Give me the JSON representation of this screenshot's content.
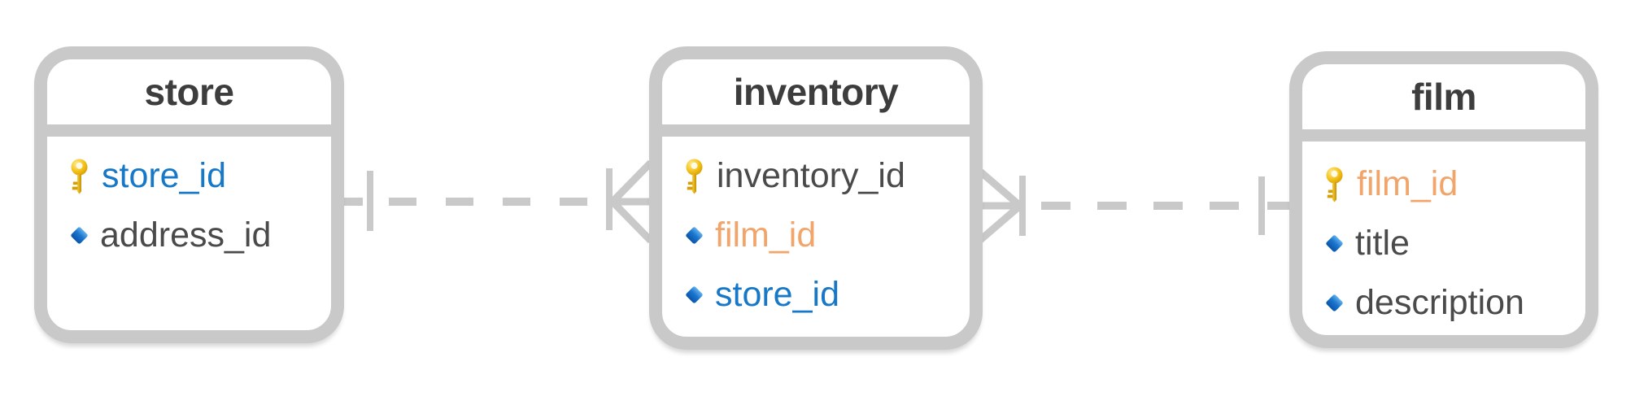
{
  "diagram": {
    "tables": [
      {
        "name": "store",
        "columns": [
          {
            "name": "store_id",
            "icon": "key-icon",
            "text_color": "#1778c8"
          },
          {
            "name": "address_id",
            "icon": "diamond-icon",
            "text_color": "#4a4a4a"
          }
        ]
      },
      {
        "name": "inventory",
        "columns": [
          {
            "name": "inventory_id",
            "icon": "key-icon",
            "text_color": "#4a4a4a"
          },
          {
            "name": "film_id",
            "icon": "diamond-icon",
            "text_color": "#f1a56b"
          },
          {
            "name": "store_id",
            "icon": "diamond-icon",
            "text_color": "#1778c8"
          }
        ]
      },
      {
        "name": "film",
        "columns": [
          {
            "name": "film_id",
            "icon": "key-icon",
            "text_color": "#f1a56b"
          },
          {
            "name": "title",
            "icon": "diamond-icon",
            "text_color": "#4a4a4a"
          },
          {
            "name": "description",
            "icon": "diamond-icon",
            "text_color": "#4a4a4a"
          }
        ]
      }
    ],
    "relationships": [
      {
        "from": "store",
        "to": "inventory",
        "style": "dashed",
        "from_end": "one",
        "to_end": "one-or-many"
      },
      {
        "from": "inventory",
        "to": "film",
        "style": "dashed",
        "from_end": "one-or-many",
        "to_end": "one"
      }
    ],
    "colors": {
      "background": "#ffffff",
      "table_border": "#c9c9c9",
      "connector_line": "#c9c9c9",
      "header_text": "#3d3d3d",
      "column_text": "#4a4a4a",
      "blue_key_text": "#1778c8",
      "orange_key_text": "#f1a56b",
      "key_icon_gold": "#f3c117",
      "diamond_icon_blue": "#1b76cd"
    }
  }
}
